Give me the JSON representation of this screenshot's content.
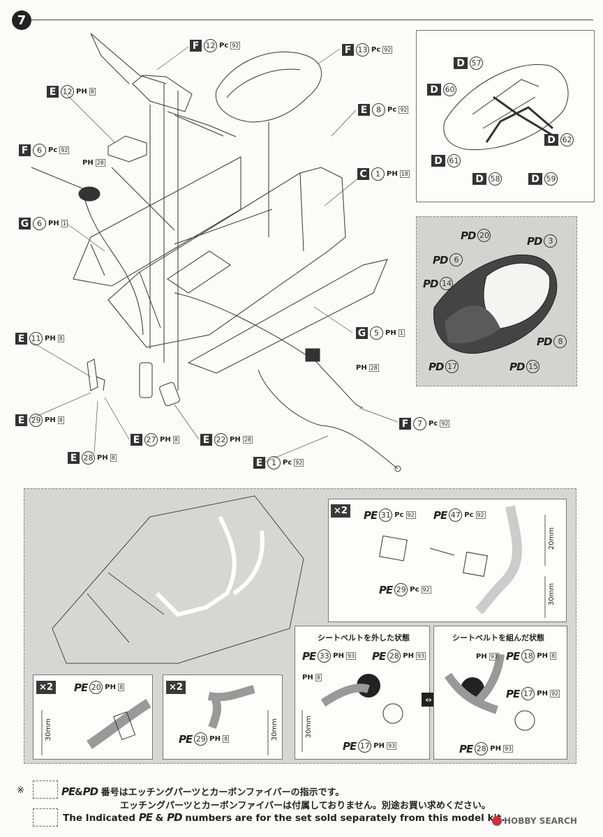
{
  "step": "7",
  "labels": {
    "f12": {
      "letter": "F",
      "num": "12",
      "mat": "Pc",
      "code": "92"
    },
    "f13": {
      "letter": "F",
      "num": "13",
      "mat": "Pc",
      "code": "92"
    },
    "e12": {
      "letter": "E",
      "num": "12",
      "mat": "PH",
      "code": "8"
    },
    "e8": {
      "letter": "E",
      "num": "8",
      "mat": "Pc",
      "code": "92"
    },
    "f6": {
      "letter": "F",
      "num": "6",
      "mat": "Pc",
      "code": "92"
    },
    "ph28a": {
      "mat": "PH",
      "code": "28"
    },
    "c1": {
      "letter": "C",
      "num": "1",
      "mat": "PH",
      "code": "18"
    },
    "g6": {
      "letter": "G",
      "num": "6",
      "mat": "PH",
      "code": "1"
    },
    "g5": {
      "letter": "G",
      "num": "5",
      "mat": "PH",
      "code": "1"
    },
    "e11": {
      "letter": "E",
      "num": "11",
      "mat": "PH",
      "code": "8"
    },
    "ph28b": {
      "mat": "PH",
      "code": "28"
    },
    "e29": {
      "letter": "E",
      "num": "29",
      "mat": "PH",
      "code": "8"
    },
    "f7": {
      "letter": "F",
      "num": "7",
      "mat": "Pc",
      "code": "92"
    },
    "e27": {
      "letter": "E",
      "num": "27",
      "mat": "PH",
      "code": "8"
    },
    "e22": {
      "letter": "E",
      "num": "22",
      "mat": "PH",
      "code": "28"
    },
    "e28": {
      "letter": "E",
      "num": "28",
      "mat": "PH",
      "code": "8"
    },
    "e1": {
      "letter": "E",
      "num": "1",
      "mat": "Pc",
      "code": "92"
    }
  },
  "belts": {
    "d57": {
      "letter": "D",
      "num": "57"
    },
    "d60": {
      "letter": "D",
      "num": "60"
    },
    "d62": {
      "letter": "D",
      "num": "62"
    },
    "d61": {
      "letter": "D",
      "num": "61"
    },
    "d58": {
      "letter": "D",
      "num": "58"
    },
    "d59": {
      "letter": "D",
      "num": "59"
    }
  },
  "carbon": {
    "pd20": {
      "letter": "PD",
      "num": "20"
    },
    "pd3": {
      "letter": "PD",
      "num": "3"
    },
    "pd6": {
      "letter": "PD",
      "num": "6"
    },
    "pd14": {
      "letter": "PD",
      "num": "14"
    },
    "pd8": {
      "letter": "PD",
      "num": "8"
    },
    "pd17": {
      "letter": "PD",
      "num": "17"
    },
    "pd15": {
      "letter": "PD",
      "num": "15"
    }
  },
  "detail": {
    "x2": "×2",
    "pe31": {
      "letter": "PE",
      "num": "31",
      "mat": "Pc",
      "code": "92"
    },
    "pe47": {
      "letter": "PE",
      "num": "47",
      "mat": "Pc",
      "code": "92"
    },
    "pe29a": {
      "letter": "PE",
      "num": "29",
      "mat": "Pc",
      "code": "92"
    },
    "dim20": "20mm",
    "dim30a": "30mm",
    "unbuckled_title": "シートベルトを外した状態",
    "buckled_title": "シートベルトを組んだ状態",
    "pe33": {
      "letter": "PE",
      "num": "33",
      "mat": "PH",
      "code": "93"
    },
    "pe28a": {
      "letter": "PE",
      "num": "28",
      "mat": "PH",
      "code": "93"
    },
    "ph8a": {
      "mat": "PH",
      "code": "8"
    },
    "pe17a": {
      "letter": "PE",
      "num": "17",
      "mat": "PH",
      "code": "93"
    },
    "ph93": {
      "mat": "PH",
      "code": "93"
    },
    "pe18": {
      "letter": "PE",
      "num": "18",
      "mat": "PH",
      "code": "8"
    },
    "pe17b": {
      "letter": "PE",
      "num": "17",
      "mat": "PH",
      "code": "92"
    },
    "pe28b": {
      "letter": "PE",
      "num": "28",
      "mat": "PH",
      "code": "93"
    },
    "pe20": {
      "letter": "PE",
      "num": "20",
      "mat": "PH",
      "code": "8"
    },
    "pe29b": {
      "letter": "PE",
      "num": "29",
      "mat": "PH",
      "code": "8"
    },
    "dim30b": "30mm",
    "dim30c": "30mm",
    "dim30d": "30mm"
  },
  "footer": {
    "mark": "※",
    "pe": "PE",
    "amp": "&",
    "pd": "PD",
    "jp1": "番号はエッチングパーツとカーボンファイバーの指示です。",
    "jp2": "エッチングパーツとカーボンファイバーは付属しておりません。別途お買い求めください。",
    "en_pre": "The Indicated",
    "en_post": "numbers are for the set sold separately from this model kit.",
    "watermark": "HOBBY SEARCH"
  }
}
